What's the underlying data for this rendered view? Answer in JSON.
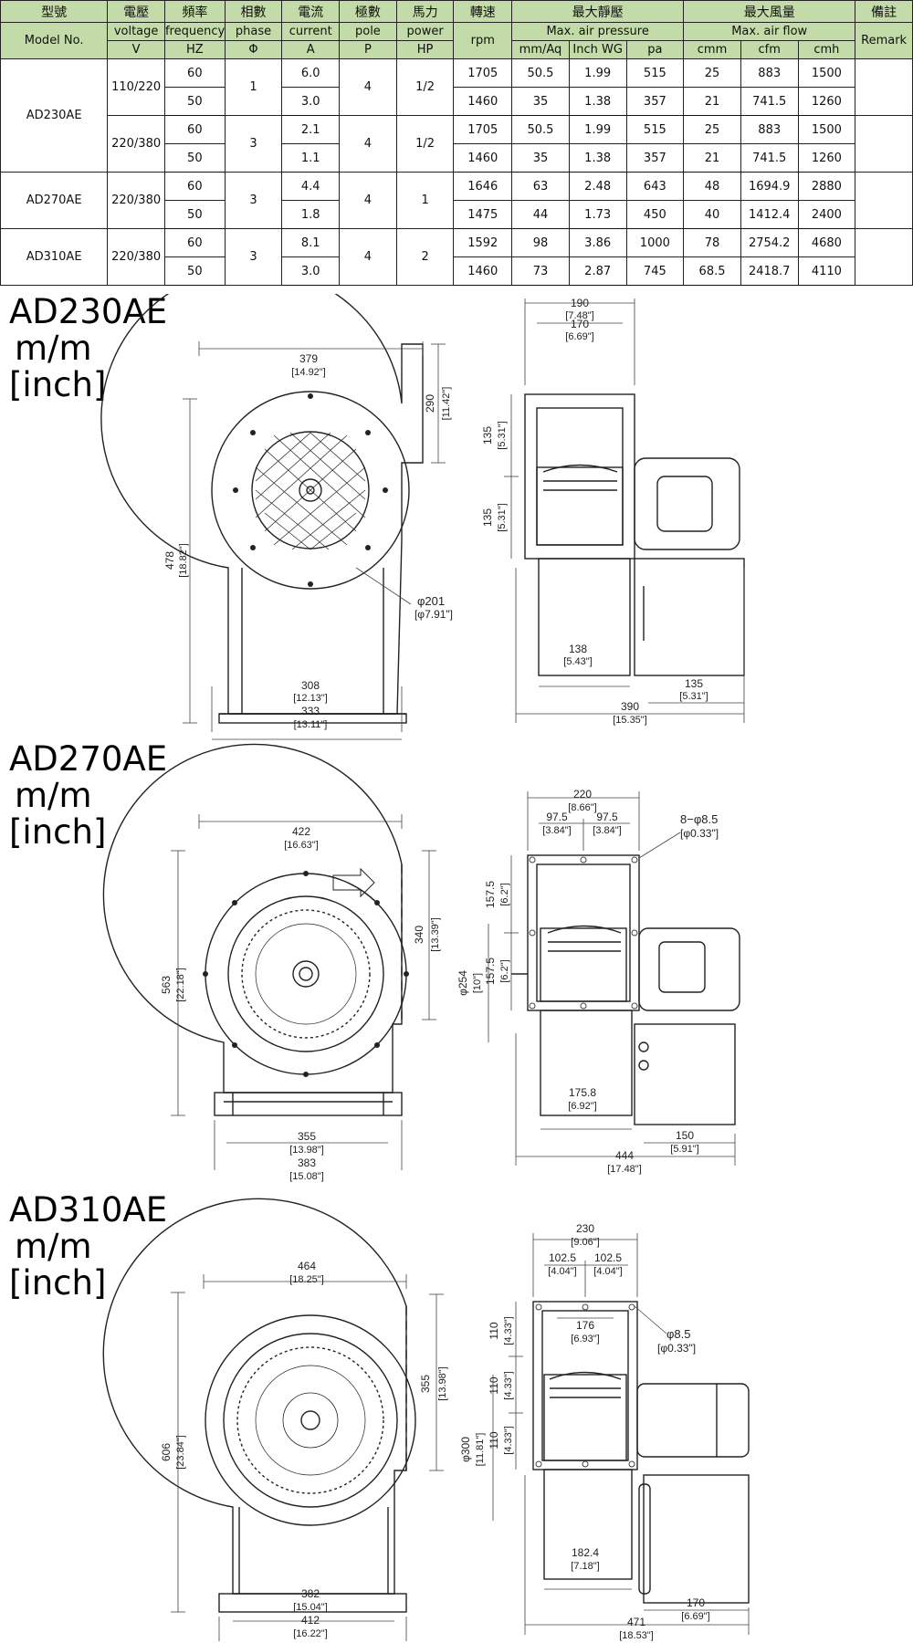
{
  "header": {
    "zh": [
      "型號",
      "電壓",
      "頻率",
      "相數",
      "電流",
      "極數",
      "馬力",
      "轉速",
      "最大靜壓",
      "最大風量",
      "備註"
    ],
    "en_model": "Model No.",
    "en_voltage": "voltage",
    "en_frequency": "frequency",
    "en_phase": "phase",
    "en_current": "current",
    "en_pole": "pole",
    "en_power": "power",
    "en_rpm": "rpm",
    "en_pressure": "Max. air pressure",
    "en_flow": "Max. air flow",
    "en_remark": "Remark",
    "units": [
      "V",
      "HZ",
      "Φ",
      "A",
      "P",
      "HP",
      "mm/Aq",
      "Inch WG",
      "pa",
      "cmm",
      "cfm",
      "cmh"
    ]
  },
  "models": [
    {
      "name": "AD230AE",
      "groups": [
        {
          "voltage": "110/220",
          "phase": "1",
          "pole": "4",
          "hp": "1/2",
          "rows": [
            {
              "hz": "60",
              "amp": "6.0",
              "rpm": "1705",
              "mmaq": "50.5",
              "inwg": "1.99",
              "pa": "515",
              "cmm": "25",
              "cfm": "883",
              "cmh": "1500"
            },
            {
              "hz": "50",
              "amp": "3.0",
              "rpm": "1460",
              "mmaq": "35",
              "inwg": "1.38",
              "pa": "357",
              "cmm": "21",
              "cfm": "741.5",
              "cmh": "1260"
            }
          ]
        },
        {
          "voltage": "220/380",
          "phase": "3",
          "pole": "4",
          "hp": "1/2",
          "rows": [
            {
              "hz": "60",
              "amp": "2.1",
              "rpm": "1705",
              "mmaq": "50.5",
              "inwg": "1.99",
              "pa": "515",
              "cmm": "25",
              "cfm": "883",
              "cmh": "1500"
            },
            {
              "hz": "50",
              "amp": "1.1",
              "rpm": "1460",
              "mmaq": "35",
              "inwg": "1.38",
              "pa": "357",
              "cmm": "21",
              "cfm": "741.5",
              "cmh": "1260"
            }
          ]
        }
      ]
    },
    {
      "name": "AD270AE",
      "groups": [
        {
          "voltage": "220/380",
          "phase": "3",
          "pole": "4",
          "hp": "1",
          "rows": [
            {
              "hz": "60",
              "amp": "4.4",
              "rpm": "1646",
              "mmaq": "63",
              "inwg": "2.48",
              "pa": "643",
              "cmm": "48",
              "cfm": "1694.9",
              "cmh": "2880"
            },
            {
              "hz": "50",
              "amp": "1.8",
              "rpm": "1475",
              "mmaq": "44",
              "inwg": "1.73",
              "pa": "450",
              "cmm": "40",
              "cfm": "1412.4",
              "cmh": "2400"
            }
          ]
        }
      ]
    },
    {
      "name": "AD310AE",
      "groups": [
        {
          "voltage": "220/380",
          "phase": "3",
          "pole": "4",
          "hp": "2",
          "rows": [
            {
              "hz": "60",
              "amp": "8.1",
              "rpm": "1592",
              "mmaq": "98",
              "inwg": "3.86",
              "pa": "1000",
              "cmm": "78",
              "cfm": "2754.2",
              "cmh": "4680"
            },
            {
              "hz": "50",
              "amp": "3.0",
              "rpm": "1460",
              "mmaq": "73",
              "inwg": "2.87",
              "pa": "745",
              "cmm": "68.5",
              "cfm": "2418.7",
              "cmh": "4110"
            }
          ]
        }
      ]
    }
  ],
  "sections": [
    {
      "title": "AD230AE",
      "unit_mm": "m/m",
      "unit_inch": "[inch]",
      "front": {
        "width": "379",
        "width_in": "[14.92\"]",
        "height": "478",
        "height_in": "[18.82\"]",
        "outlet_h": "290",
        "outlet_h_in": "[11.42\"]",
        "dia": "φ201",
        "dia_in": "[φ7.91\"]",
        "base_inner": "308",
        "base_inner_in": "[12.13\"]",
        "base_outer": "333",
        "base_outer_in": "[13.11\"]"
      },
      "side": {
        "top_outer": "190",
        "top_outer_in": "[7.48\"]",
        "top_inner": "170",
        "top_inner_in": "[6.69\"]",
        "flange_a": "135",
        "flange_a_in": "[5.31\"]",
        "flange_b": "135",
        "flange_b_in": "[5.31\"]",
        "bottom": "138",
        "bottom_in": "[5.43\"]",
        "motor": "135",
        "motor_in": "[5.31\"]",
        "total": "390",
        "total_in": "[15.35\"]"
      }
    },
    {
      "title": "AD270AE",
      "unit_mm": "m/m",
      "unit_inch": "[inch]",
      "front": {
        "width": "422",
        "width_in": "[16.63\"]",
        "height": "563",
        "height_in": "[22.18\"]",
        "outlet_h": "340",
        "outlet_h_in": "[13.39\"]",
        "base_inner": "355",
        "base_inner_in": "[13.98\"]",
        "base_outer": "383",
        "base_outer_in": "[15.08\"]"
      },
      "side": {
        "top_outer": "220",
        "top_outer_in": "[8.66\"]",
        "half_a": "97.5",
        "half_a_in": "[3.84\"]",
        "half_b": "97.5",
        "half_b_in": "[3.84\"]",
        "holes": "8−φ8.5",
        "holes_in": "[φ0.33\"]",
        "flange_a": "157.5",
        "flange_a_in": "[6.2\"]",
        "flange_b": "157.5",
        "flange_b_in": "[6.2\"]",
        "dia": "φ254",
        "dia_in": "[10\"]",
        "bottom": "175.8",
        "bottom_in": "[6.92\"]",
        "motor": "150",
        "motor_in": "[5.91\"]",
        "total": "444",
        "total_in": "[17.48\"]"
      }
    },
    {
      "title": "AD310AE",
      "unit_mm": "m/m",
      "unit_inch": "[inch]",
      "front": {
        "width": "464",
        "width_in": "[18.25\"]",
        "height": "606",
        "height_in": "[23.84\"]",
        "outlet_h": "355",
        "outlet_h_in": "[13.98\"]",
        "base_inner": "382",
        "base_inner_in": "[15.04\"]",
        "base_outer": "412",
        "base_outer_in": "[16.22\"]"
      },
      "side": {
        "top_outer": "230",
        "top_outer_in": "[9.06\"]",
        "half_a": "102.5",
        "half_a_in": "[4.04\"]",
        "half_b": "102.5",
        "half_b_in": "[4.04\"]",
        "inner": "176",
        "inner_in": "[6.93\"]",
        "holes": "φ8.5",
        "holes_in": "[φ0.33\"]",
        "flange_a": "110",
        "flange_a_in": "[4.33\"]",
        "flange_b": "110",
        "flange_b_in": "[4.33\"]",
        "flange_c": "110",
        "flange_c_in": "[4.33\"]",
        "dia": "φ300",
        "dia_in": "[11.81\"]",
        "bottom": "182.4",
        "bottom_in": "[7.18\"]",
        "motor": "170",
        "motor_in": "[6.69\"]",
        "total": "471",
        "total_in": "[18.53\"]"
      }
    }
  ]
}
